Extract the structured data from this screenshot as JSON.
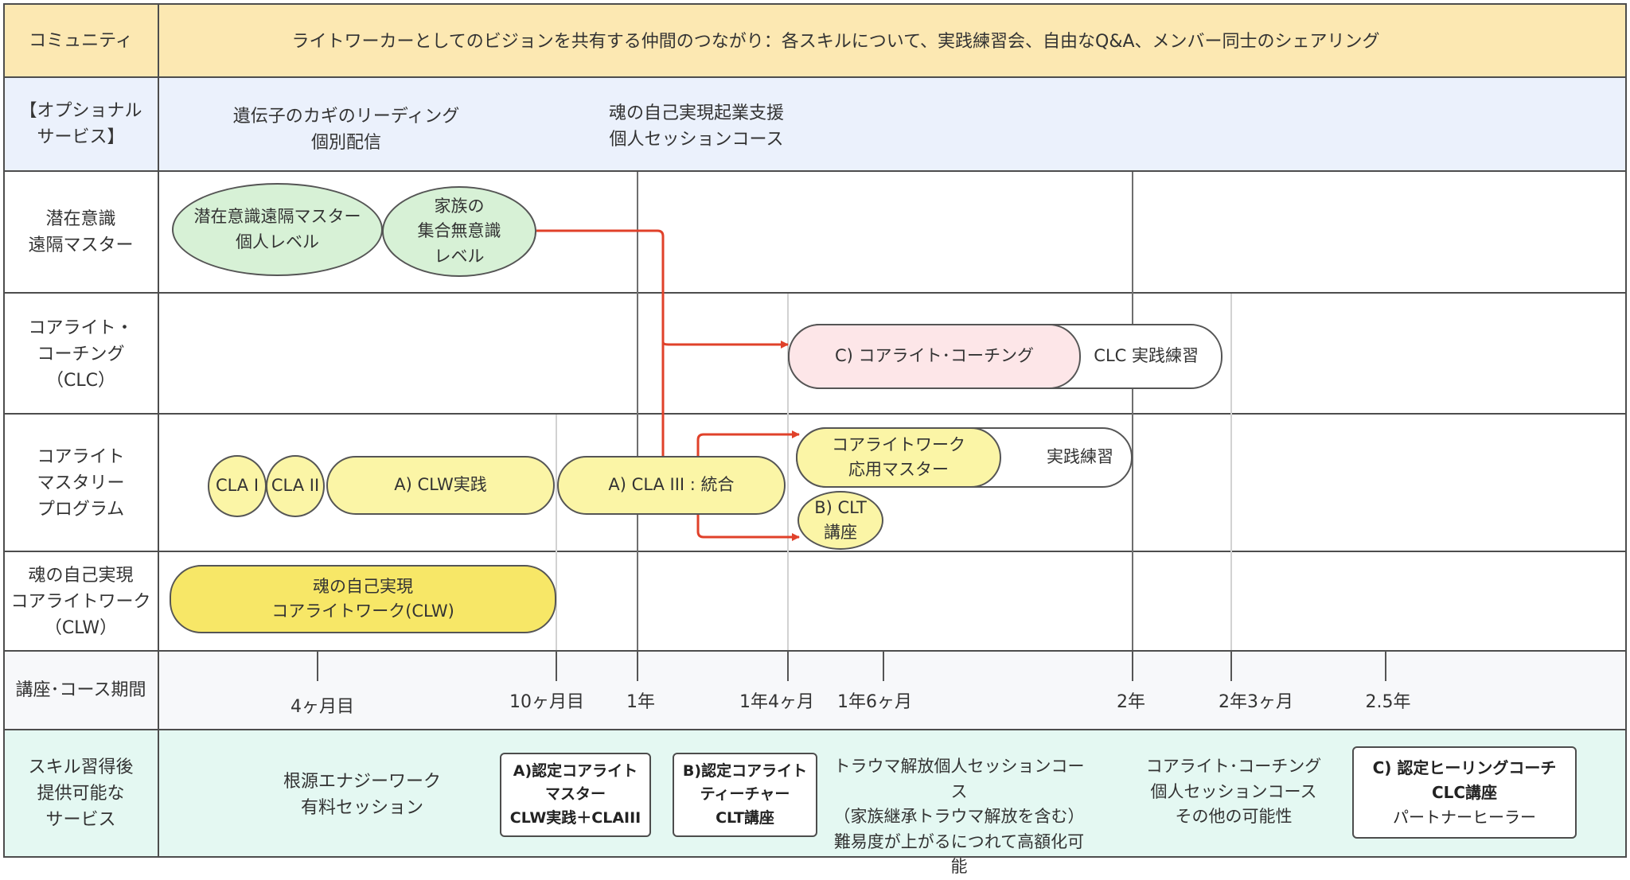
{
  "colors": {
    "community_bg": "#fce8b2",
    "optional_bg": "#ebf1fc",
    "after_bg": "#e4f8f2",
    "node_yellow": "#fbf5a6",
    "node_gold": "#f7e767",
    "node_green": "#d7f1d6",
    "node_pink": "#fde6e8",
    "arrow_red": "#e0412a"
  },
  "rows": {
    "community": {
      "label": "コミュニティ",
      "text": "ライトワーカーとしてのビジョンを共有する仲間のつながり：各スキルについて、実践練習会、自由なQ&A、メンバー同士のシェアリング"
    },
    "optional": {
      "label": "【オプショナル\nサービス】",
      "items": [
        "遺伝子のカギのリーディング\n個別配信",
        "魂の自己実現起業支援\n個人セッションコース"
      ]
    },
    "subconscious": {
      "label": "潜在意識\n遠隔マスター",
      "nodes": [
        "潜在意識遠隔マスター\n個人レベル",
        "家族の\n集合無意識\nレベル"
      ]
    },
    "clc": {
      "label": "コアライト・\nコーチング\n（CLC）",
      "nodes": [
        "C) コアライト･コーチング",
        "CLC 実践練習"
      ]
    },
    "mastery": {
      "label": "コアライト\nマスタリー\nプログラム",
      "nodes": [
        "CLA I",
        "CLA II",
        "A) CLW実践",
        "A) CLA III : 統合",
        "コアライトワーク\n応用マスター",
        "実践練習",
        "B) CLT\n講座"
      ]
    },
    "clw": {
      "label": "魂の自己実現\nコアライトワーク\n（CLW）",
      "nodes": [
        "魂の自己実現\nコアライトワーク(CLW)"
      ]
    },
    "period": {
      "label": "講座･コース期間",
      "ticks": [
        "4ヶ月目",
        "10ヶ月目",
        "1年",
        "1年4ヶ月",
        "1年6ヶ月",
        "2年",
        "2年3ヶ月",
        "2.5年"
      ]
    },
    "after": {
      "label": "スキル習得後\n提供可能な\nサービス",
      "text1": "根源エナジーワーク\n有料セッション",
      "box_a": [
        "A)認定コアライト",
        "マスター",
        "CLW実践＋CLAIII"
      ],
      "box_b": [
        "B)認定コアライト",
        "ティーチャー",
        "CLT講座"
      ],
      "text2": "トラウマ解放個人セッションコース\n（家族継承トラウマ解放を含む）\n難易度が上がるにつれて高額化可能",
      "text3": "コアライト･コーチング\n個人セッションコース\nその他の可能性",
      "box_c": [
        "C) 認定ヒーリングコーチ",
        "CLC講座",
        "パートナーヒーラー"
      ]
    }
  }
}
